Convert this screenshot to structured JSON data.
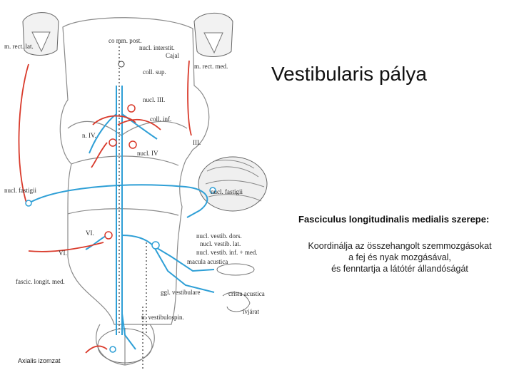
{
  "title": "Vestibularis pálya",
  "subtitle": "Fasciculus longitudinalis medialis szerepe:",
  "description_lines": [
    "Koordinálja az összehangolt szemmozgásokat",
    "a fej és nyak mozgásával,",
    "és fenntartja a látótér állandóságát"
  ],
  "caption": "Axialis izomzat",
  "labels": {
    "comm_post": "co mm. post.",
    "nucl_interstit": "nucl. interstit.",
    "cajal": "Cajal",
    "coll_sup": "coll. sup.",
    "m_rect_lat": "m. rect. lat.",
    "m_rect_med": "m. rect. med.",
    "nucl_iii": "nucl. III.",
    "coll_inf": "coll. inf.",
    "n_iv": "n. IV.",
    "iii": "III.",
    "nucl_iv": "nucl. IV",
    "nucl_fastigii_left": "nucl. fastigii",
    "nucl_fastigii_right": "nucl. fastigii",
    "vi_upper": "VI.",
    "vi_lower": "VI.",
    "nucl_vestib_dors": "nucl. vestib. dors.",
    "nucl_vestib_lat": "nucl. vestib. lat.",
    "nucl_vestib_inf_med": "nucl. vestib. inf. + med.",
    "macula_acustica": "macula acustica",
    "fascic_longit_med": "fascic. longit. med.",
    "ggl_vestibulare": "ggl. vestibulare",
    "crista_acustica": "crista acustica",
    "ivjarat": "ívjárat",
    "tr_vestibulospin": "tr. vestibulospin."
  },
  "colors": {
    "pathway_blue": "#2e9fd6",
    "pathway_red": "#d93a2b",
    "outline": "#7a7a7a",
    "dotted_fiber": "#333333"
  }
}
